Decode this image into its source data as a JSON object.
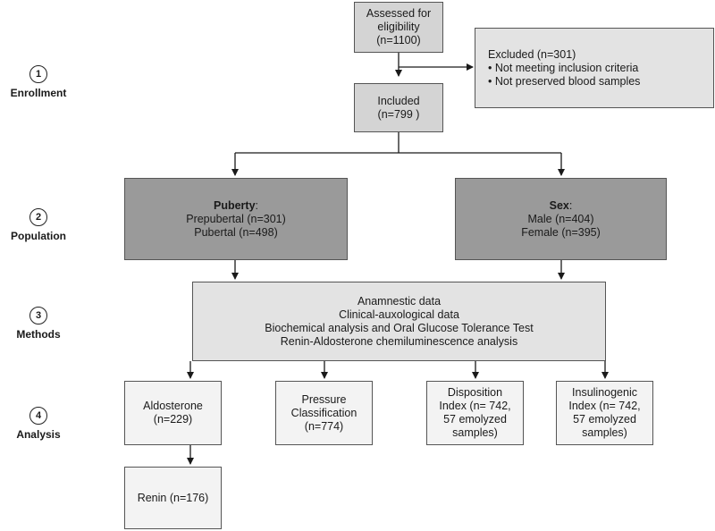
{
  "stages": [
    {
      "num": "1",
      "label": "Enrollment"
    },
    {
      "num": "2",
      "label": "Population"
    },
    {
      "num": "3",
      "label": "Methods"
    },
    {
      "num": "4",
      "label": "Analysis"
    }
  ],
  "enrollment": {
    "assessed": [
      "Assessed for",
      "eligibility",
      "(n=1100)"
    ],
    "excluded": {
      "title": "Excluded (n=301)",
      "reasons": [
        "• Not meeting inclusion criteria",
        "• Not preserved blood samples"
      ]
    },
    "included": [
      "Included",
      "(n=799 )"
    ]
  },
  "population": {
    "puberty": {
      "title": "Puberty",
      "suffix": ":",
      "lines": [
        "Prepubertal (n=301)",
        "Pubertal (n=498)"
      ]
    },
    "sex": {
      "title": "Sex",
      "suffix": ":",
      "lines": [
        "Male (n=404)",
        "Female (n=395)"
      ]
    }
  },
  "methods": [
    "Anamnestic data",
    "Clinical-auxological data",
    "Biochemical analysis and Oral Glucose Tolerance Test",
    "Renin-Aldosterone chemiluminescence analysis"
  ],
  "analysis": {
    "aldosterone": [
      "Aldosterone",
      "(n=229)"
    ],
    "pressure": [
      "Pressure",
      "Classification",
      "(n=774)"
    ],
    "disposition": [
      "Disposition",
      "Index (n= 742,",
      "57 emolyzed",
      "samples)"
    ],
    "insulinogenic": [
      "Insulinogenic",
      "Index (n= 742,",
      "57 emolyzed",
      "samples)"
    ],
    "renin": [
      "Renin (n=176)"
    ]
  },
  "colors": {
    "light": "#d4d4d4",
    "lighter": "#e3e3e3",
    "dark": "#9a9a9a",
    "pale": "#f3f3f3",
    "line": "#1a1a1a"
  }
}
